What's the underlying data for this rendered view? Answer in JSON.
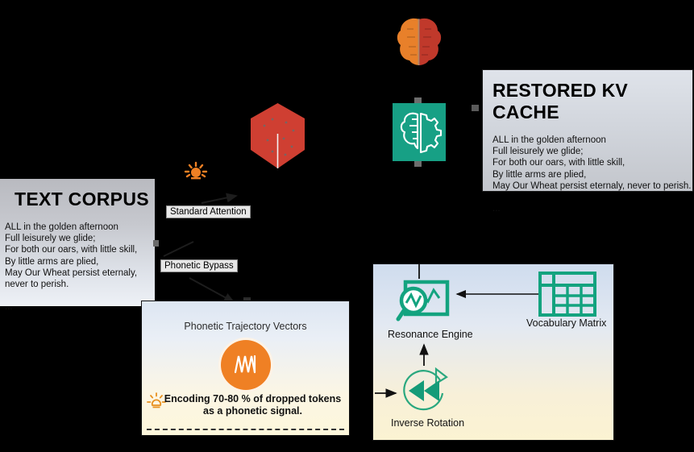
{
  "diagram": {
    "title_implicit": "Phonetic Bypass KV Cache Restoration Flow",
    "background_color": "#000000"
  },
  "corpus_panel": {
    "title": "TEXT CORPUS",
    "body": "ALL in the golden afternoon\nFull leisurely we glide;\nFor both our oars, with little skill,\nBy little arms are plied,\nMay Our Wheat persist eternaly,\nnever to perish.\n\n..."
  },
  "kv_panel": {
    "title": "RESTORED KV CACHE",
    "body": "ALL in the golden afternoon\nFull leisurely we glide;\nFor both our oars, with little skill,\nBy little arms are plied,\nMay Our Wheat persist eternaly, never to perish.\n\n..."
  },
  "flow_labels": {
    "standard_attention": "Standard Attention",
    "phonetic_bypass": "Phonetic Bypass"
  },
  "ptv_panel": {
    "title": "Phonetic Trajectory Vectors",
    "note": "Encoding 70-80 % of dropped tokens as a phonetic signal.",
    "accent_color": "#ef8024"
  },
  "resonance_panel": {
    "resonance_engine_label": "Resonance Engine",
    "vocabulary_matrix_label": "Vocabulary Matrix",
    "inverse_rotation_label": "Inverse Rotation",
    "accent_color": "#13a37f"
  },
  "icons": {
    "cube": "red-cube-icon",
    "brain_top": "brain-orange-red-icon",
    "brain_teal": "brain-gear-teal-icon",
    "sun_small": "sun-orange-icon",
    "waveform": "waveform-circle-icon",
    "sun_note": "sun-idea-icon",
    "resonance": "magnifier-chart-icon",
    "vocabulary": "table-grid-icon",
    "inverse": "rewind-rotation-icon"
  }
}
